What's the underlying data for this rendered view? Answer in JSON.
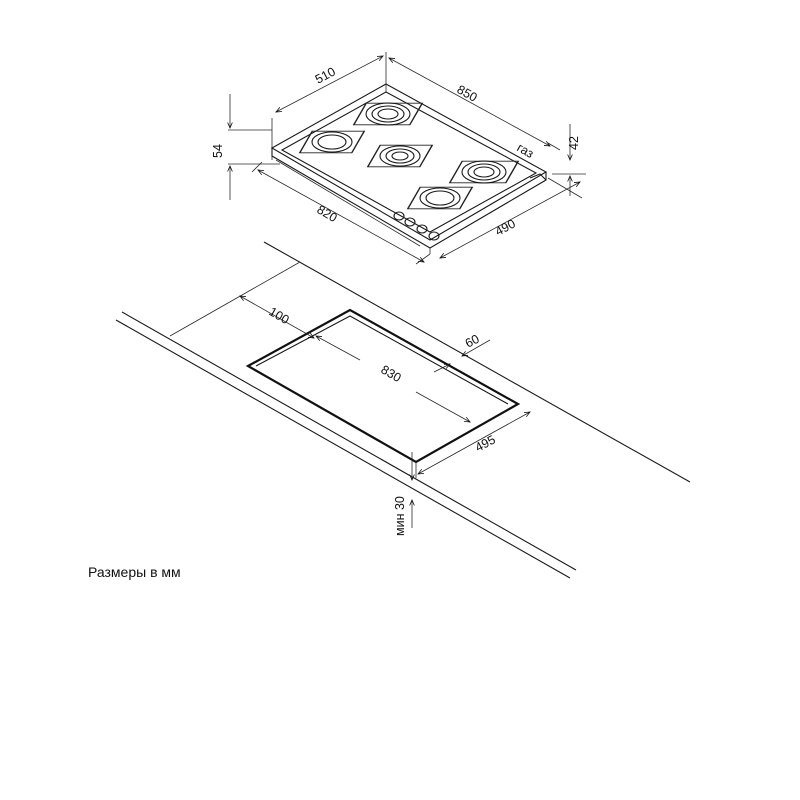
{
  "hob": {
    "dims": {
      "depth": "510",
      "width": "850",
      "height_body": "54",
      "height_glass": "42",
      "gas_label": "газ",
      "base_width": "820",
      "base_depth": "490"
    },
    "burners": 5,
    "knobs": 4
  },
  "cutout": {
    "dims": {
      "rear_clearance": "100",
      "side_clearance": "60",
      "width": "830",
      "depth": "495",
      "min_thickness": "мин 30"
    }
  },
  "caption": "Размеры в мм"
}
